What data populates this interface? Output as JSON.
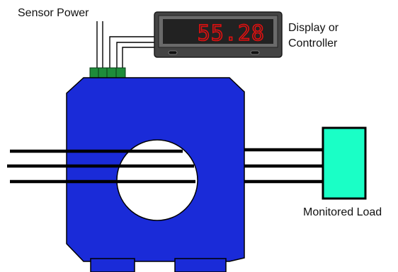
{
  "labels": {
    "sensor_power": "Sensor Power",
    "display_line1": "Display or",
    "display_line2": "Controller",
    "monitored_load": "Monitored Load"
  },
  "display": {
    "reading": "55.28"
  },
  "colors": {
    "sensor_body": "#1a2bd8",
    "sensor_shadow": "#0c1a9a",
    "display_bezel": "#444444",
    "display_face": "#222222",
    "display_digits": "#e01010",
    "connector": "#1e8c3a",
    "load": "#1affc6",
    "wire": "#000000"
  },
  "icons": {
    "sensor": "current-transformer-icon",
    "display": "panel-meter-icon",
    "load": "load-box-icon"
  }
}
